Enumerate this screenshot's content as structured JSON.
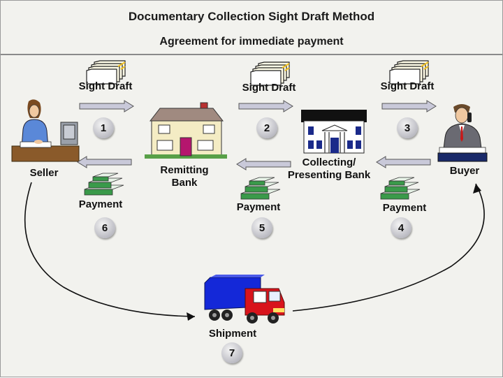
{
  "header": {
    "title": "Documentary Collection Sight Draft Method",
    "subtitle": "Agreement for immediate payment"
  },
  "parties": {
    "seller": "Seller",
    "remitting_bank_line1": "Remitting",
    "remitting_bank_line2": "Bank",
    "collecting_bank_line1": "Collecting/",
    "collecting_bank_line2": "Presenting Bank",
    "buyer": "Buyer"
  },
  "flows": {
    "sight_draft_1": "Sight Draft",
    "sight_draft_2": "Sight Draft",
    "sight_draft_3": "Sight Draft",
    "payment_4": "Payment",
    "payment_5": "Payment",
    "payment_6": "Payment",
    "shipment": "Shipment"
  },
  "steps": {
    "s1": "1",
    "s2": "2",
    "s3": "3",
    "s4": "4",
    "s5": "5",
    "s6": "6",
    "s7": "7"
  },
  "colors": {
    "arrow_fill": "#c9c9d9",
    "truck_cab": "#d8141c",
    "truck_trailer": "#1428d8",
    "bank_door": "#b5166e",
    "money_green": "#3a9a4a"
  },
  "icons": {
    "document": "document-stack-icon",
    "money": "money-stack-icon",
    "seller": "seller-person-icon",
    "buyer": "buyer-person-icon",
    "remitting_bank": "house-bank-icon",
    "collecting_bank": "building-bank-icon",
    "truck": "truck-icon"
  }
}
